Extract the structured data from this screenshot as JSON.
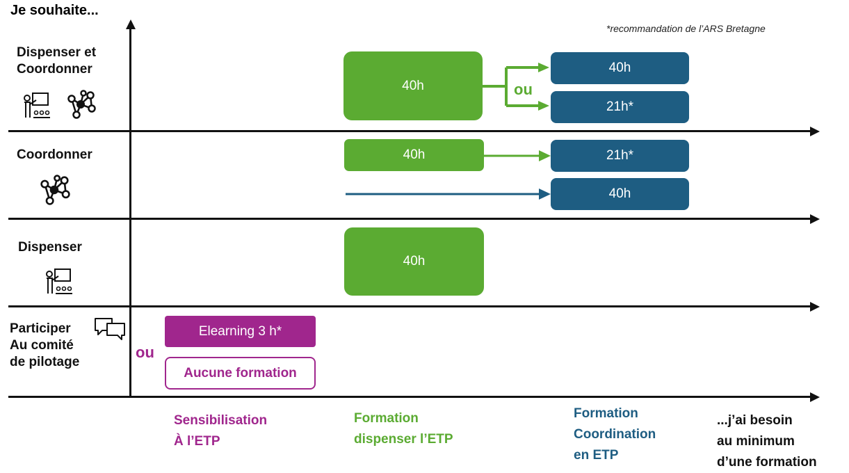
{
  "axis_label": "Je souhaite...",
  "note": "*recommandation de l’ARS Bretagne",
  "rows": [
    {
      "label_line1": "Dispenser et",
      "label_line2": "Coordonner",
      "icons": [
        "teacher-icon",
        "network-icon"
      ]
    },
    {
      "label": "Coordonner",
      "icons": [
        "network-icon"
      ]
    },
    {
      "label": "Dispenser",
      "icons": [
        "teacher-icon"
      ]
    },
    {
      "label_line1": "Participer",
      "label_line2": "Au comité",
      "label_line3": "de pilotage",
      "icons": [
        "chat-icon"
      ]
    }
  ],
  "boxes": {
    "r1_green": "40h",
    "r1_blue_top": "40h",
    "r1_blue_bottom": "21h*",
    "r1_ou": "ou",
    "r2_green": "40h",
    "r2_blue_top": "21h*",
    "r2_blue_bottom": "40h",
    "r3_green": "40h",
    "r4_purple": "Elearning 3 h*",
    "r4_outline": "Aucune formation",
    "r4_ou": "ou"
  },
  "columns": {
    "sensibilisation": [
      "Sensibilisation",
      "À l’ETP"
    ],
    "dispenser": [
      "Formation",
      "dispenser l’ETP"
    ],
    "coordination": [
      "Formation",
      "Coordination",
      "en ETP"
    ],
    "minimum": [
      "...j’ai besoin",
      "au minimum",
      "d’une formation"
    ]
  },
  "colors": {
    "green": "#5bab32",
    "blue": "#1e5d82",
    "purple": "#a0268d",
    "axis": "#111111"
  }
}
